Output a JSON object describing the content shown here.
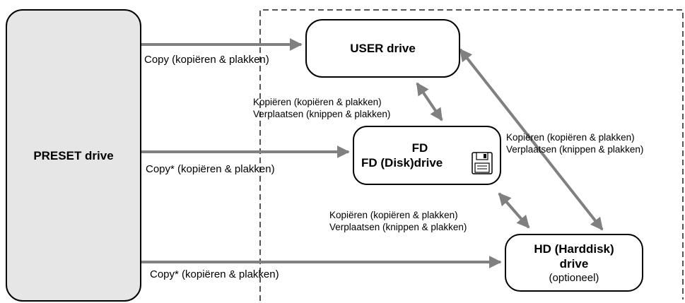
{
  "nodes": {
    "preset": {
      "title": "PRESET drive"
    },
    "user": {
      "title": "USER drive"
    },
    "fd": {
      "line1": "FD",
      "line2": "FD (Disk)drive",
      "icon": "floppy-disk-icon"
    },
    "hd": {
      "line1": "HD (Harddisk)",
      "line2": "drive",
      "sub": "(optioneel)"
    }
  },
  "edges": {
    "preset_user": "Copy (kopiëren & plakken)",
    "preset_fd": "Copy* (kopiëren & plakken)",
    "preset_hd": "Copy* (kopiëren & plakken)",
    "user_fd": {
      "line1": "Kopiëren (kopiëren & plakken)",
      "line2": "Verplaatsen (knippen & plakken)"
    },
    "user_hd": {
      "line1": "Kopiëren (kopiëren & plakken)",
      "line2": "Verplaatsen (knippen & plakken)"
    },
    "fd_hd": {
      "line1": "Kopiëren (kopiëren & plakken)",
      "line2": "Verplaatsen (knippen & plakken)"
    }
  },
  "colors": {
    "arrow": "#808080",
    "preset_fill": "#e6e6e6",
    "border": "#000000"
  }
}
